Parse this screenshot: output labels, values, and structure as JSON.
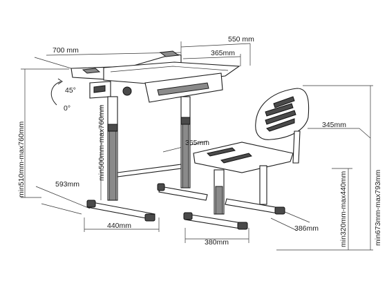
{
  "dimensions": {
    "desk_depth": "700 mm",
    "desk_width": "550 mm",
    "top_width": "365mm",
    "tilt_45": "45°",
    "tilt_0": "0°",
    "desk_height_range": "min510mm-max760mm",
    "leg_height_range": "min500mm-max760mm",
    "desk_base_depth": "593mm",
    "desk_base_width": "440mm",
    "seat_width": "365mm",
    "backrest_width": "345mm",
    "seat_height_range": "min320mm-max440mm",
    "chair_height_range": "min673mm-max793mm",
    "chair_base_width": "380mm",
    "chair_base_depth": "386mm"
  }
}
